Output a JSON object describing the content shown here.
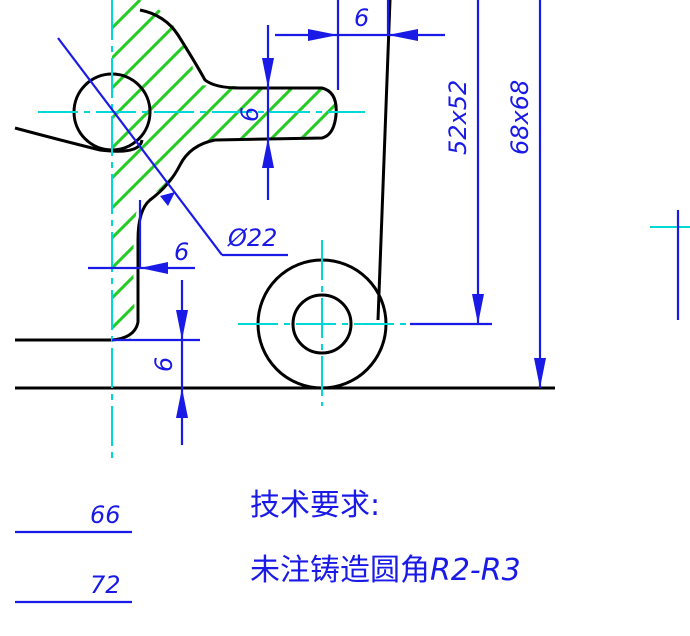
{
  "drawing": {
    "dims": {
      "top_width": "6",
      "rib_thickness": "6",
      "wall_thickness": "6",
      "base_thickness": "6",
      "hole_dia": "Ø22",
      "square_52": "52x52",
      "square_68": "68x68",
      "total_66": "66",
      "total_72": "72"
    },
    "notes": {
      "title": "技术要求:",
      "line1_prefix": "未注铸造圆角",
      "line1_suffix": "R2-R3"
    },
    "colors": {
      "dimension": "#1a1ae6",
      "centerline": "#00d8d8",
      "hatch": "#22cc22",
      "outline": "#000000"
    }
  }
}
